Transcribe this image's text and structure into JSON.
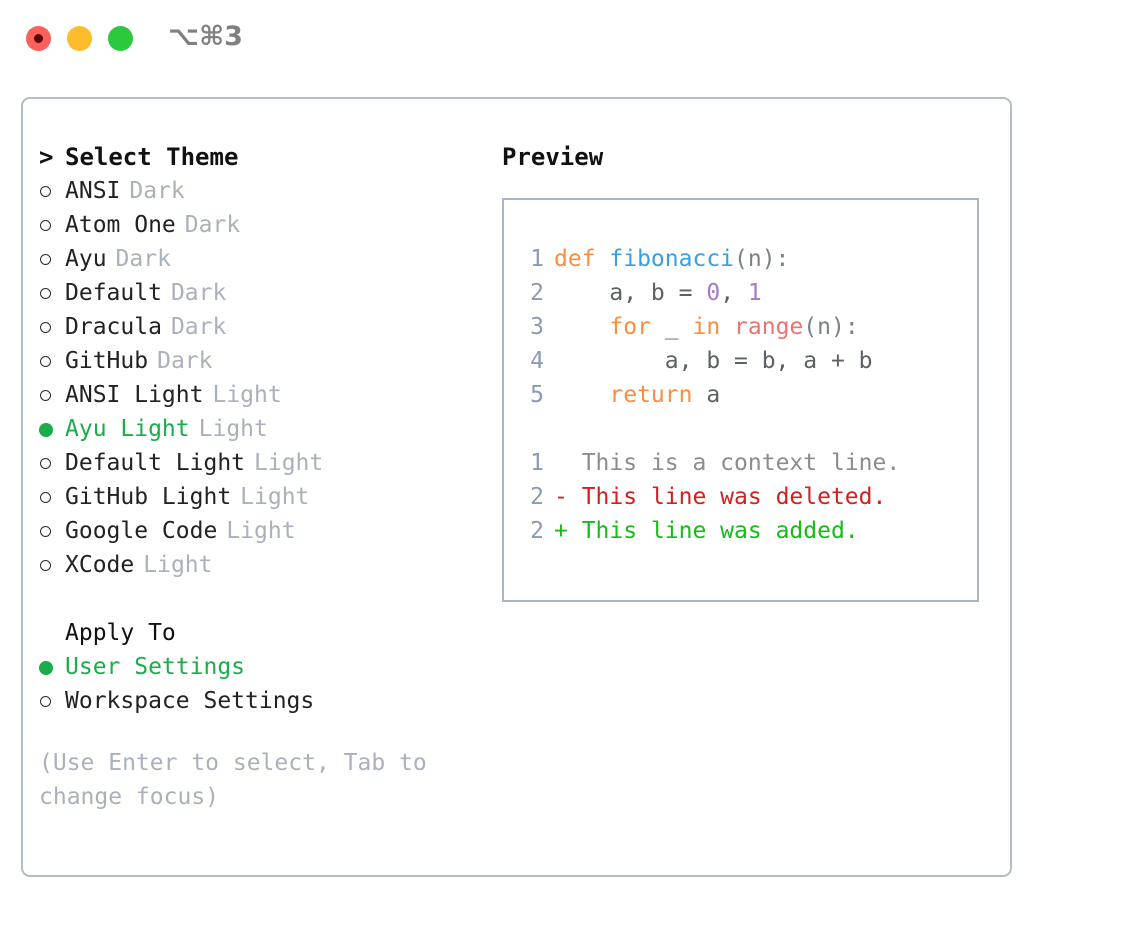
{
  "window": {
    "shortcut": "⌥⌘3",
    "traffic_lights": [
      {
        "name": "close-button",
        "color": "#fc6058",
        "recording": true
      },
      {
        "name": "minimize-button",
        "color": "#fdbc2c",
        "recording": false
      },
      {
        "name": "maximize-button",
        "color": "#2bc840",
        "recording": false
      }
    ]
  },
  "theme_panel": {
    "heading": "Select Theme",
    "caret": ">",
    "items": [
      {
        "label": "ANSI",
        "badge": "Dark",
        "selected": false
      },
      {
        "label": "Atom One",
        "badge": "Dark",
        "selected": false
      },
      {
        "label": "Ayu",
        "badge": "Dark",
        "selected": false
      },
      {
        "label": "Default",
        "badge": "Dark",
        "selected": false
      },
      {
        "label": "Dracula",
        "badge": "Dark",
        "selected": false
      },
      {
        "label": "GitHub",
        "badge": "Dark",
        "selected": false
      },
      {
        "label": "ANSI Light",
        "badge": "Light",
        "selected": false
      },
      {
        "label": "Ayu Light",
        "badge": "Light",
        "selected": true
      },
      {
        "label": "Default Light",
        "badge": "Light",
        "selected": false
      },
      {
        "label": "GitHub Light",
        "badge": "Light",
        "selected": false
      },
      {
        "label": "Google Code",
        "badge": "Light",
        "selected": false
      },
      {
        "label": "XCode",
        "badge": "Light",
        "selected": false
      }
    ]
  },
  "apply_to": {
    "heading": "Apply To",
    "items": [
      {
        "label": "User Settings",
        "selected": true
      },
      {
        "label": "Workspace Settings",
        "selected": false
      }
    ]
  },
  "hint": "(Use Enter to select, Tab to change focus)",
  "preview": {
    "title": "Preview",
    "code_lines": [
      {
        "no": "1",
        "tokens": [
          {
            "t": "def ",
            "c": "kw"
          },
          {
            "t": "fibonacci",
            "c": "fn"
          },
          {
            "t": "(n):",
            "c": "punc"
          }
        ]
      },
      {
        "no": "2",
        "tokens": [
          {
            "t": "    a, b = ",
            "c": "plain"
          },
          {
            "t": "0",
            "c": "num"
          },
          {
            "t": ", ",
            "c": "plain"
          },
          {
            "t": "1",
            "c": "num"
          }
        ]
      },
      {
        "no": "3",
        "tokens": [
          {
            "t": "    for",
            "c": "kw"
          },
          {
            "t": " _ ",
            "c": "plain"
          },
          {
            "t": "in",
            "c": "kw"
          },
          {
            "t": " ",
            "c": "plain"
          },
          {
            "t": "range",
            "c": "call"
          },
          {
            "t": "(n):",
            "c": "punc"
          }
        ]
      },
      {
        "no": "4",
        "tokens": [
          {
            "t": "        a, b = b, a + b",
            "c": "plain"
          }
        ]
      },
      {
        "no": "5",
        "tokens": [
          {
            "t": "    return",
            "c": "kw"
          },
          {
            "t": " a",
            "c": "plain"
          }
        ]
      }
    ],
    "diff_lines": [
      {
        "no": "1",
        "sign": " ",
        "text": " This is a context line.",
        "kind": "ctx"
      },
      {
        "no": "2",
        "sign": "-",
        "text": " This line was deleted.",
        "kind": "del"
      },
      {
        "no": "2",
        "sign": "+",
        "text": " This line was added.",
        "kind": "add"
      }
    ]
  },
  "colors": {
    "accent_green": "#1aad4a",
    "badge_gray": "#a9b1bd",
    "border": "#b3bcca",
    "line_number": "#8a9bb0",
    "keyword": "#fa8d3e",
    "function": "#399ee6",
    "number": "#a37acc",
    "builtin": "#f07171",
    "diff_add": "#18bb18",
    "diff_del": "#cc2222",
    "diff_ctx": "#8c8c8c"
  }
}
